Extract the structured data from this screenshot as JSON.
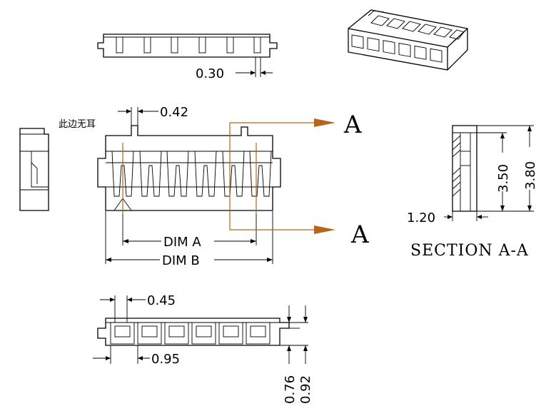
{
  "dimensions": {
    "top_pitch_gap": "0.30",
    "ear_width": "0.42",
    "dim_a": "DIM A",
    "dim_b": "DIM B",
    "slot_width": "0.45",
    "pitch": "0.95",
    "thickness_a": "0.76",
    "thickness_b": "0.92",
    "section_depth": "1.20",
    "section_inner_h": "3.50",
    "section_outer_h": "3.80"
  },
  "labels": {
    "no_ear_note": "此边无耳",
    "section_arrow_upper": "A",
    "section_arrow_lower": "A",
    "section_title": "SECTION A-A"
  },
  "colors": {
    "line": "#000000",
    "section_marker": "#b5651d"
  }
}
